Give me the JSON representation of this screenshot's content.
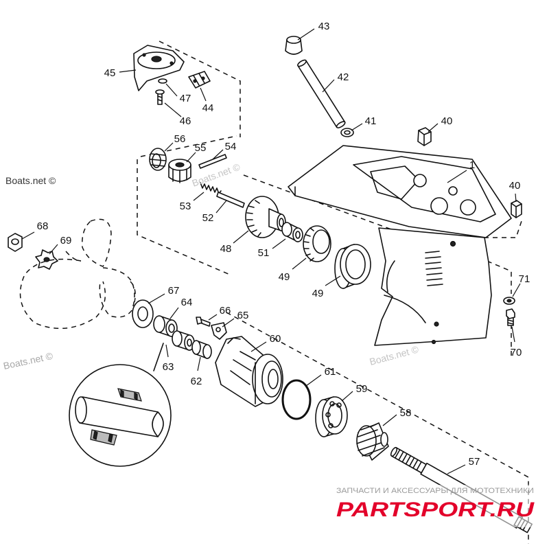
{
  "callouts": [
    "43",
    "42",
    "41",
    "40",
    "1",
    "40",
    "45",
    "47",
    "44",
    "46",
    "56",
    "55",
    "54",
    "53",
    "52",
    "48",
    "51",
    "49",
    "49",
    "68",
    "69",
    "67",
    "64",
    "66",
    "65",
    "71",
    "70",
    "60",
    "63",
    "62",
    "61",
    "59",
    "58",
    "57"
  ],
  "watermarks": [
    "Boats.net ©",
    "Boats.net ©",
    "Boats.net ©",
    "Boats.net ©"
  ],
  "brand": {
    "tagline": "ЗАПЧАСТИ И АКСЕССУАРЫ ДЛЯ МОТОТЕХНИКИ",
    "logo": "PARTSPORT.RU"
  },
  "colors": {
    "line": "#111111",
    "logo_red": "#e3002a",
    "watermark": "#b5b5b5",
    "background": "#ffffff"
  }
}
